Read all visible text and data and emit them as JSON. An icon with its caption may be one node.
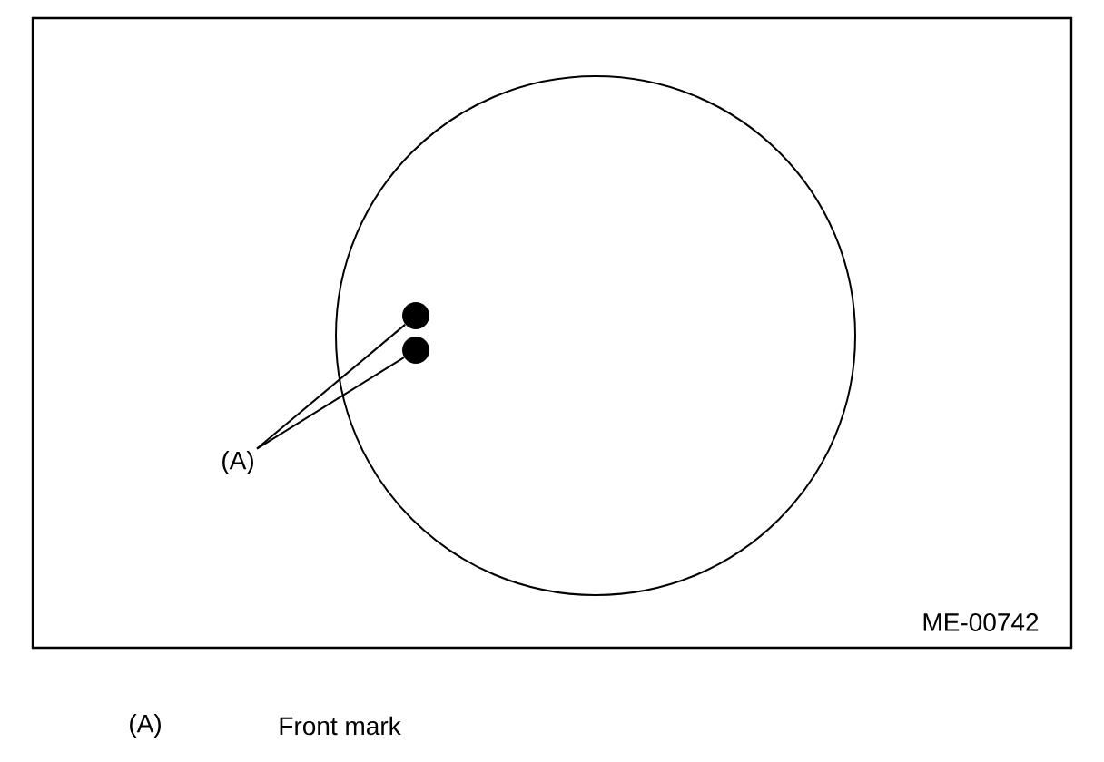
{
  "diagram": {
    "nodes": [
      {
        "text": [
          "(A)"
        ]
      },
      {
        "text": [],
        "shape": "circle"
      },
      {
        "text": [],
        "shape": "circle"
      }
    ],
    "edges": [
      {
        "from": 0,
        "to": 1,
        "arrow": "none"
      },
      {
        "from": 0,
        "to": 2,
        "arrow": "none"
      }
    ],
    "labels": [
      "ME-00742",
      "(A)",
      "Front mark"
    ]
  }
}
